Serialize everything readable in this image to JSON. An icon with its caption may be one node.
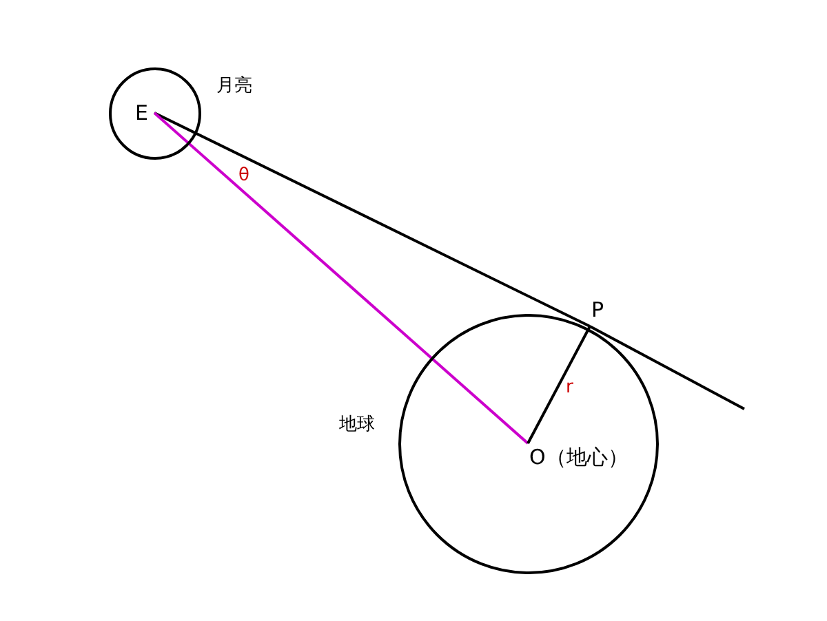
{
  "diagram": {
    "nodes": [
      {
        "text": [
          "月亮"
        ]
      },
      {
        "text": [
          "E"
        ],
        "in": 0
      },
      {
        "text": [
          "P"
        ]
      },
      {
        "text": [
          "地球"
        ]
      },
      {
        "text": [
          "O（地心）"
        ],
        "in": 3
      }
    ],
    "edges": [
      {
        "from": 1,
        "to": 2,
        "arrow": "none"
      },
      {
        "from": 2,
        "to": null,
        "arrow": "none"
      },
      {
        "from": 1,
        "to": 4,
        "arrow": "none",
        "color": "#cc00cc"
      },
      {
        "from": 4,
        "to": 2,
        "arrow": "none",
        "label": "r"
      }
    ],
    "labels": [
      "θ"
    ]
  }
}
